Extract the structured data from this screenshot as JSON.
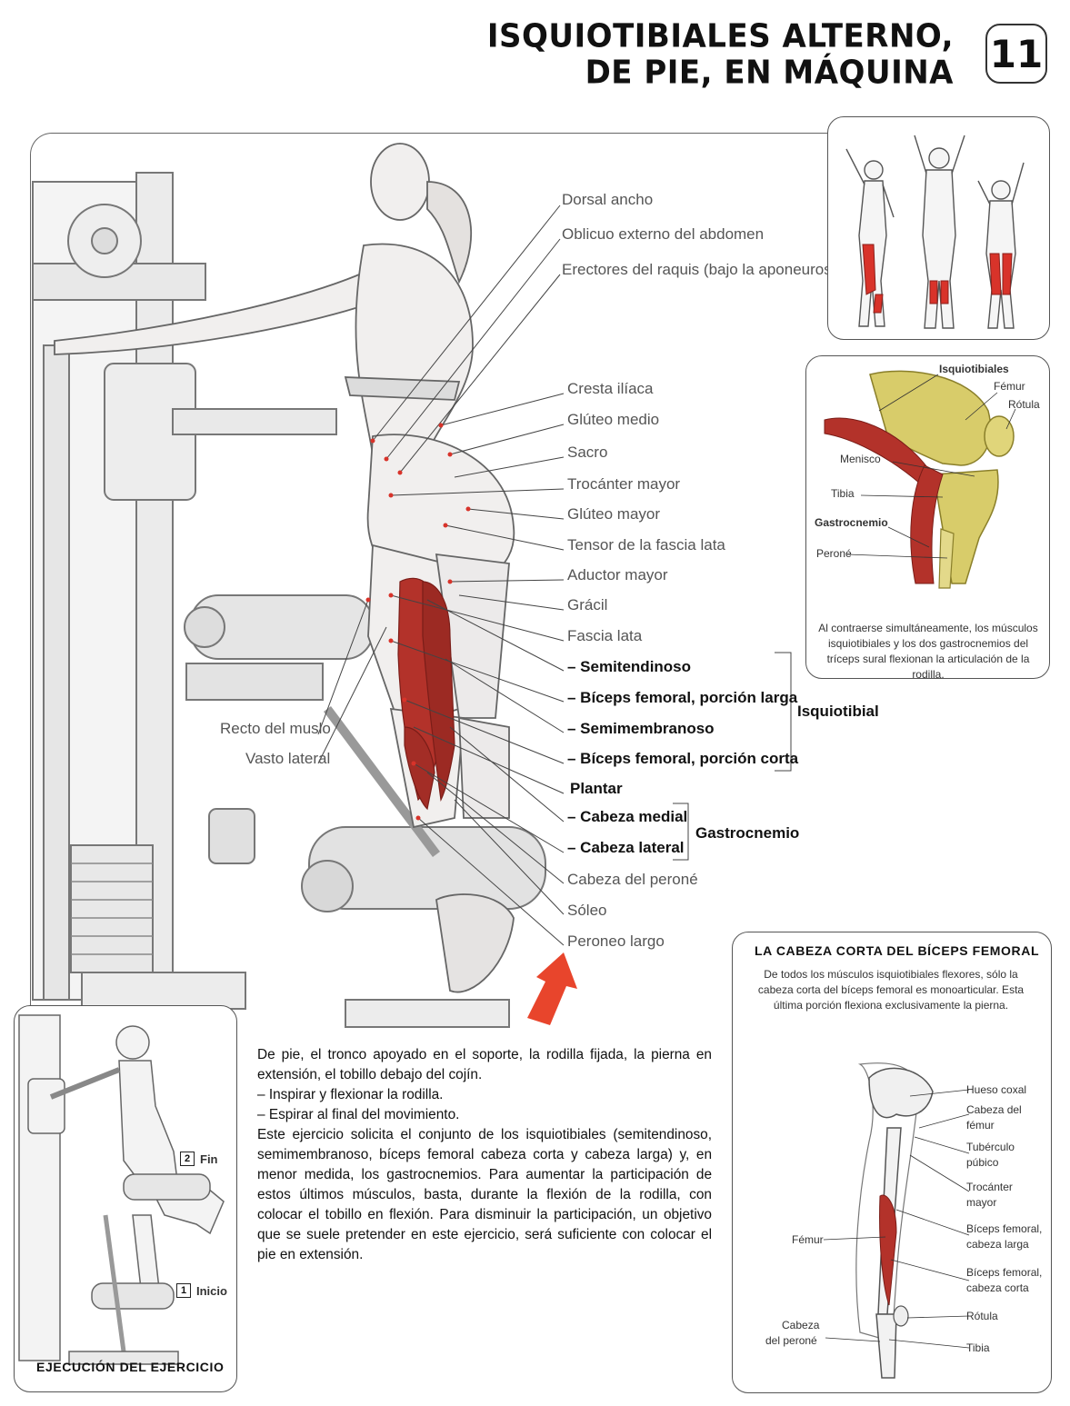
{
  "header": {
    "title_line1": "ISQUIOTIBIALES ALTERNO,",
    "title_line2": "DE PIE, EN MÁQUINA",
    "chapter": "11"
  },
  "main_labels": {
    "dorsal": "Dorsal ancho",
    "oblicuo": "Oblicuo externo del abdomen",
    "erectores": "Erectores del raquis (bajo la aponeurosis)",
    "cresta": "Cresta ilíaca",
    "gluteo_medio": "Glúteo medio",
    "sacro": "Sacro",
    "trocanter": "Trocánter mayor",
    "gluteo_mayor": "Glúteo mayor",
    "tensor": "Tensor de la fascia lata",
    "aductor": "Aductor mayor",
    "gracil": "Grácil",
    "fascia": "Fascia lata",
    "semitendinoso": "– Semitendinoso",
    "biceps_larga": "– Bíceps femoral, porción larga",
    "semimembranoso": "– Semimembranoso",
    "biceps_corta": "– Bíceps femoral, porción corta",
    "plantar": "Plantar",
    "cabeza_medial": "– Cabeza medial",
    "cabeza_lateral": "– Cabeza lateral",
    "cabeza_perone": "Cabeza del peroné",
    "soleo": "Sóleo",
    "peroneo": "Peroneo largo",
    "recto": "Recto del muslo",
    "vasto": "Vasto lateral",
    "group_isquiotibial": "Isquiotibial",
    "group_gastrocnemio": "Gastrocnemio"
  },
  "knee_panel": {
    "isquiotibiales": "Isquiotibiales",
    "femur": "Fémur",
    "rotula": "Rótula",
    "menisco": "Menisco",
    "tibia": "Tibia",
    "gastrocnemio": "Gastrocnemio",
    "perone": "Peroné",
    "caption": "Al contraerse simultáneamente, los músculos isquiotibiales y los dos gastrocnemios del tríceps sural flexionan la articulación de la rodilla."
  },
  "biceps_panel": {
    "heading": "LA CABEZA CORTA DEL BÍCEPS FEMORAL",
    "caption": "De todos los músculos isquiotibiales flexores, sólo la cabeza corta del bíceps femoral es monoarticular. Esta última porción flexiona exclusivamente la pierna.",
    "hueso_coxal": "Hueso coxal",
    "cabeza_femur_1": "Cabeza del",
    "cabeza_femur_2": "fémur",
    "tuberculo_1": "Tubérculo",
    "tuberculo_2": "púbico",
    "trocanter_1": "Trocánter",
    "trocanter_2": "mayor",
    "bl_1": "Bíceps femoral,",
    "bl_2": "cabeza larga",
    "bc_1": "Bíceps femoral,",
    "bc_2": "cabeza corta",
    "rotula": "Rótula",
    "tibia": "Tibia",
    "femur": "Fémur",
    "perone_1": "Cabeza",
    "perone_2": "del peroné"
  },
  "execution_panel": {
    "fin_num": "2",
    "fin": "Fin",
    "inicio_num": "1",
    "inicio": "Inicio",
    "heading": "EJECUCIÓN DEL EJERCICIO"
  },
  "description": {
    "p1": "De pie, el tronco apoyado en el soporte, la rodilla fijada, la pierna en extensión, el tobillo debajo del cojín.",
    "p2": "– Inspirar y flexionar la rodilla.",
    "p3": "– Espirar al final del movimiento.",
    "p4": "Este ejercicio solicita el conjunto de los isquiotibiales (semitendinoso, semimembranoso, bíceps femoral cabeza corta y cabeza larga) y, en menor medida, los gastrocnemios. Para aumentar la participación de estos últimos músculos, basta, durante la flexión de la rodilla, con colocar el tobillo en flexión. Para disminuir la participación, un objetivo que se suele pretender en este ejercicio, será suficiente con colocar el pie en extensión."
  },
  "colors": {
    "muscle_red": "#b3322a",
    "arrow": "#e8452c",
    "bone": "#d8cc6a"
  }
}
